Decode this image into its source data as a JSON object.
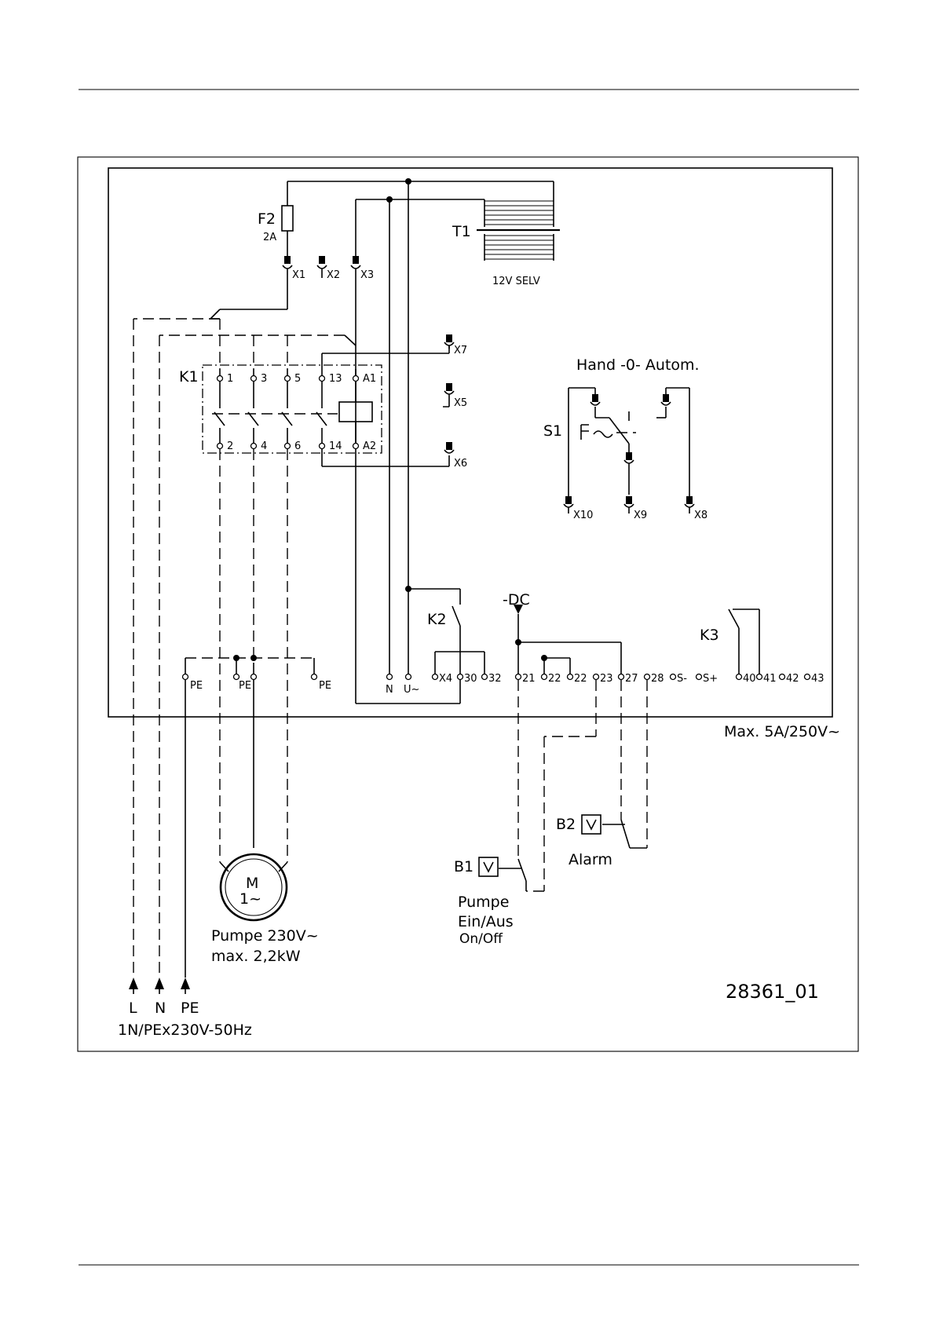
{
  "labels": {
    "fuse": "F2",
    "fuse_rating": "2A",
    "transformer": "T1",
    "transformer_rating": "12V SELV",
    "contactor": "K1",
    "relay_k2": "K2",
    "relay_k3": "K3",
    "switch": "S1",
    "switch_title": "Hand -0- Autom.",
    "switch_f": "F",
    "dc": "-DC",
    "max_rating": "Max. 5A/250V~",
    "motor_m": "M",
    "motor_phase": "1~",
    "pump_line1": "Pumpe 230V~",
    "pump_line2": "max. 2,2kW",
    "b1": "B1",
    "b2": "B2",
    "alarm": "Alarm",
    "b1_line1": "Pumpe",
    "b1_line2": "Ein/Aus",
    "b1_line3": "On/Off",
    "supply_l": "L",
    "supply_n": "N",
    "supply_pe": "PE",
    "supply_desc": "1N/PEx230V-50Hz",
    "drawing_no": "28361_01"
  },
  "terminals": {
    "x1": "X1",
    "x2": "X2",
    "x3": "X3",
    "x4": "X4",
    "x5": "X5",
    "x6": "X6",
    "x7": "X7",
    "x8": "X8",
    "x9": "X9",
    "x10": "X10",
    "k1_1": "1",
    "k1_3": "3",
    "k1_5": "5",
    "k1_13": "13",
    "k1_a1": "A1",
    "k1_2": "2",
    "k1_4": "4",
    "k1_6": "6",
    "k1_14": "14",
    "k1_a2": "A2",
    "pe1": "PE",
    "pe2": "PE",
    "pe3": "PE",
    "n": "N",
    "u": "U~",
    "t30": "30",
    "t32": "32",
    "t21": "21",
    "t22a": "22",
    "t22b": "22",
    "t23": "23",
    "t27": "27",
    "t28": "28",
    "ts_minus": "S-",
    "ts_plus": "S+",
    "t40": "40",
    "t41": "41",
    "t42": "42",
    "t43": "43"
  }
}
